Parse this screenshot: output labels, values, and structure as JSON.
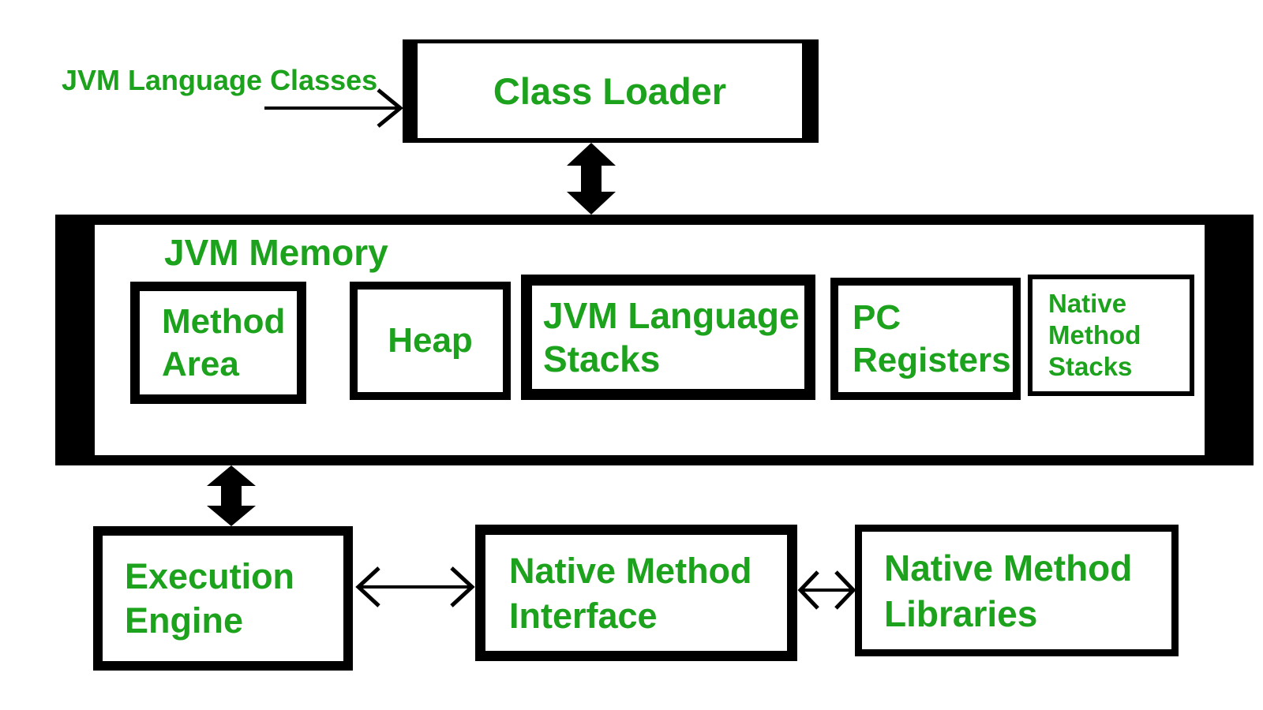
{
  "labels": {
    "input_label": {
      "line1": "JVM Language",
      "line2": "Classes"
    },
    "class_loader": "Class Loader",
    "jvm_memory": "JVM Memory",
    "method_area": {
      "line1": "Method",
      "line2": "Area"
    },
    "heap": "Heap",
    "jvm_language_stacks": {
      "line1": "JVM Language",
      "line2": "Stacks"
    },
    "pc_registers": {
      "line1": "PC",
      "line2": "Registers"
    },
    "native_method_stacks": {
      "line1": "Native",
      "line2": "Method",
      "line3": "Stacks"
    },
    "execution_engine": {
      "line1": "Execution",
      "line2": "Engine"
    },
    "native_method_interface": {
      "line1": "Native Method",
      "line2": "Interface"
    },
    "native_method_libraries": {
      "line1": "Native Method",
      "line2": "Libraries"
    }
  },
  "colors": {
    "text_green": "#1ca21c",
    "line_black": "#000000",
    "background": "#ffffff"
  }
}
